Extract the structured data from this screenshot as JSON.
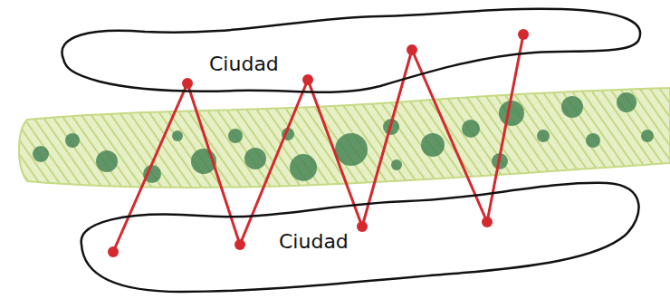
{
  "diagram": {
    "nodes": [
      {
        "text": [
          "Ciudad"
        ]
      },
      {
        "text": [
          "Ciudad"
        ]
      }
    ],
    "edges": [
      {
        "from": 1,
        "to": 0,
        "arrow": "none"
      },
      {
        "from": 0,
        "to": 1,
        "arrow": "none"
      },
      {
        "from": 1,
        "to": 0,
        "arrow": "none"
      },
      {
        "from": 0,
        "to": 1,
        "arrow": "none"
      },
      {
        "from": 1,
        "to": 0,
        "arrow": "none"
      },
      {
        "from": 0,
        "to": 1,
        "arrow": "none"
      },
      {
        "from": 1,
        "to": 0,
        "arrow": "none"
      }
    ]
  }
}
